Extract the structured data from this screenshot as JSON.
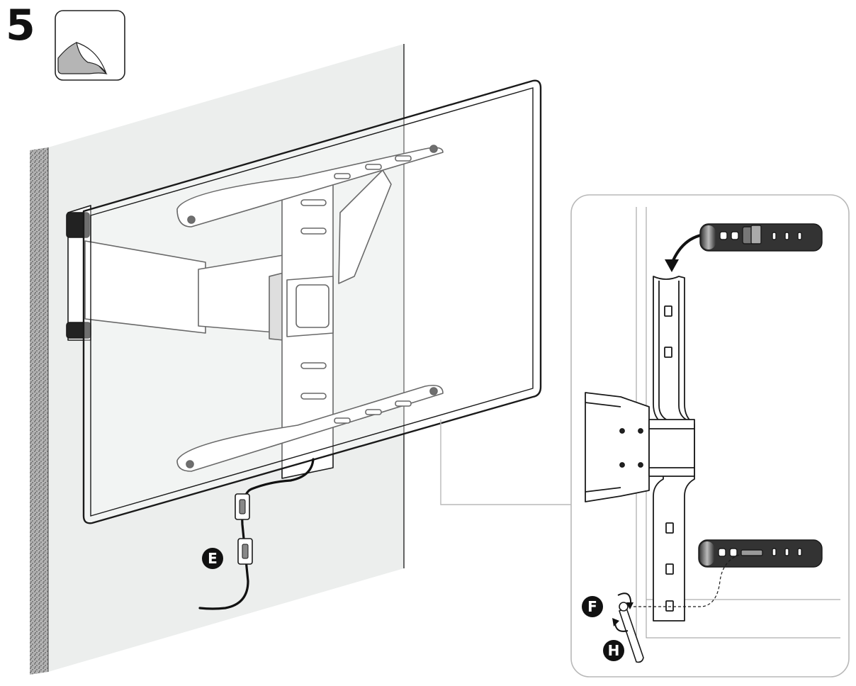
{
  "step": {
    "number": "5"
  },
  "icons": {
    "step_icon": "peel-sticker-icon",
    "tv": "television-icon",
    "mount": "wall-mount-arm-icon",
    "cable_clip": "cable-clip-icon",
    "wrench": "hex-wrench-icon",
    "rotate": "rotate-arrow-icon"
  },
  "callouts": {
    "cable_clip": "E",
    "bolt": "F",
    "wrench": "H"
  },
  "colors": {
    "line": "#1a1a1a",
    "wall": "#eceeed",
    "texture": "#8a8a8a",
    "callout_frame": "#b8b8b8"
  }
}
